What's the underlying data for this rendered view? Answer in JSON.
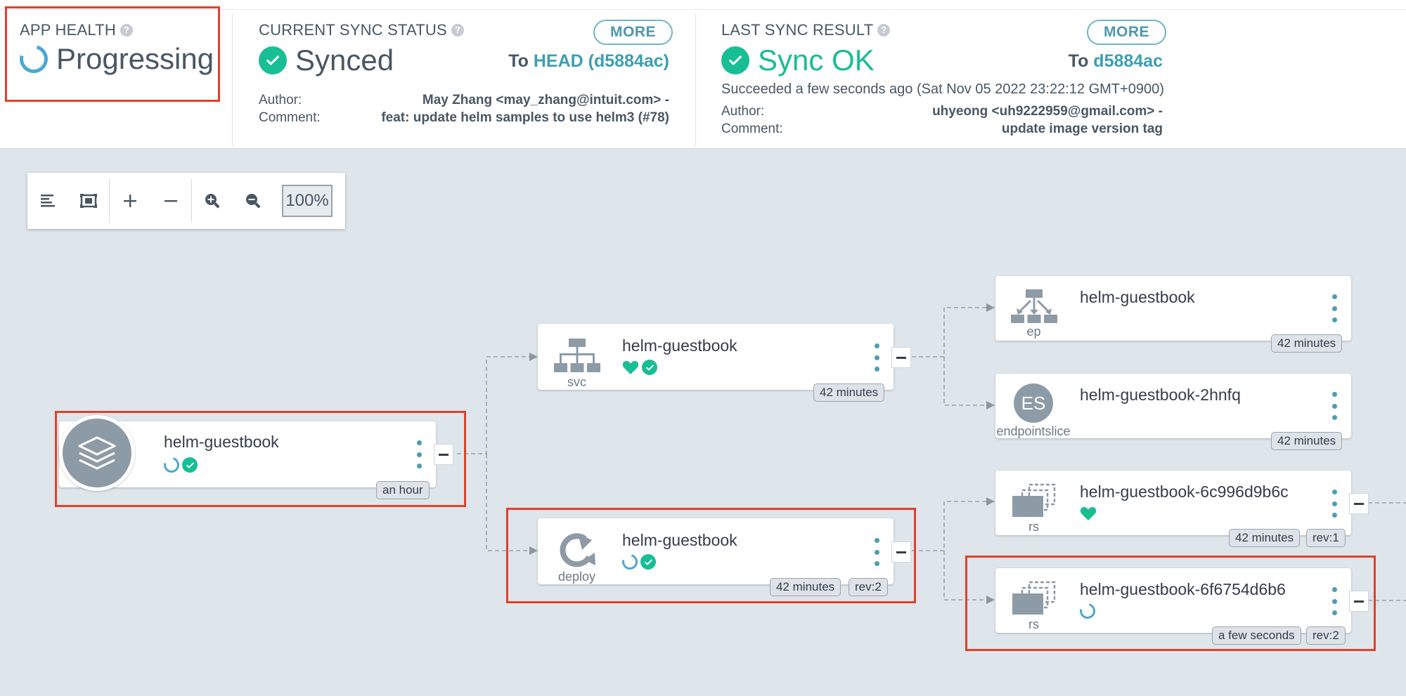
{
  "app_health": {
    "title": "APP HEALTH",
    "status": "Progressing"
  },
  "current_sync": {
    "title": "CURRENT SYNC STATUS",
    "status": "Synced",
    "more_label": "MORE",
    "to_prefix": "To",
    "revision": "HEAD (d5884ac)",
    "author_label": "Author:",
    "author_value": "May Zhang <may_zhang@intuit.com> -",
    "comment_label": "Comment:",
    "comment_value": "feat: update helm samples to use helm3 (#78)"
  },
  "last_sync": {
    "title": "LAST SYNC RESULT",
    "status": "Sync OK",
    "more_label": "MORE",
    "to_prefix": "To",
    "revision": "d5884ac",
    "succeeded": "Succeeded a few seconds ago (Sat Nov 05 2022 23:22:12 GMT+0900)",
    "author_label": "Author:",
    "author_value": "uhyeong <uh9222959@gmail.com> -",
    "comment_label": "Comment:",
    "comment_value": "update image version tag"
  },
  "toolbar": {
    "zoom": "100%"
  },
  "colors": {
    "accent": "#3c9fb1",
    "healthy": "#18be94",
    "progressing": "#4ba7d3",
    "highlight": "#e0412c"
  },
  "nodes": {
    "app": {
      "name": "helm-guestbook",
      "age": "an hour"
    },
    "svc": {
      "name": "helm-guestbook",
      "kind": "svc",
      "age": "42 minutes"
    },
    "deploy": {
      "name": "helm-guestbook",
      "kind": "deploy",
      "age": "42 minutes",
      "rev": "rev:2"
    },
    "ep": {
      "name": "helm-guestbook",
      "kind": "ep",
      "age": "42 minutes"
    },
    "es": {
      "name": "helm-guestbook-2hnfq",
      "kind": "endpointslice",
      "badge": "ES",
      "age": "42 minutes"
    },
    "rs1": {
      "name": "helm-guestbook-6c996d9b6c",
      "kind": "rs",
      "age": "42 minutes",
      "rev": "rev:1"
    },
    "rs2": {
      "name": "helm-guestbook-6f6754d6b6",
      "kind": "rs",
      "age": "a few seconds",
      "rev": "rev:2"
    }
  }
}
